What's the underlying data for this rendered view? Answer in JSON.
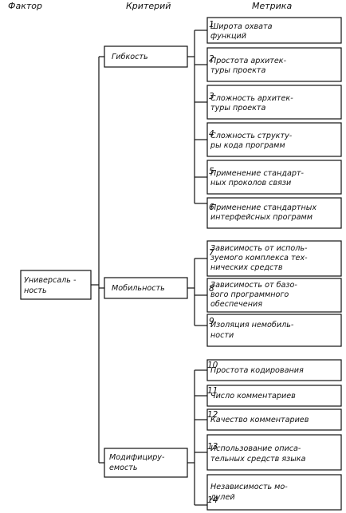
{
  "headers": {
    "factor": "Фактор",
    "criterion": "Критерий",
    "metric": "Метрика"
  },
  "factor": {
    "lines": [
      "Универсаль -",
      "ность"
    ]
  },
  "criteria": [
    {
      "lines": [
        "Гибкость"
      ],
      "metrics": [
        {
          "num": "1",
          "lines": [
            "Широта охвата",
            "функций"
          ]
        },
        {
          "num": "2",
          "lines": [
            "Простота архитек-",
            "туры проекта"
          ]
        },
        {
          "num": "3",
          "lines": [
            "Сложность архитек-",
            "туры проекта"
          ]
        },
        {
          "num": "4",
          "lines": [
            "Сложность структу-",
            "ры кода программ"
          ]
        },
        {
          "num": "5",
          "lines": [
            "Применение стандарт-",
            "ных проколов связи"
          ]
        },
        {
          "num": "6",
          "lines": [
            "Применение стандартных",
            "интерфейсных программ"
          ]
        }
      ]
    },
    {
      "lines": [
        "Мобильность"
      ],
      "metrics": [
        {
          "num": "7",
          "lines": [
            "Зависимость от исполь-",
            "зуемого комплекса тех-",
            "нических средств"
          ]
        },
        {
          "num": "8",
          "lines": [
            "Зависимость от базо-",
            "вого программного",
            "обеспечения"
          ]
        },
        {
          "num": "9",
          "lines": [
            "Изоляция немобиль-",
            "ности"
          ]
        }
      ]
    },
    {
      "lines": [
        "Модифициру-",
        "емость"
      ],
      "metrics": [
        {
          "num": "10",
          "lines": [
            "Простота кодирования"
          ]
        },
        {
          "num": "11",
          "lines": [
            "Число комментариев"
          ]
        },
        {
          "num": "12",
          "lines": [
            "Качество комментариев"
          ]
        },
        {
          "num": "13",
          "lines": [
            "Использование описа-",
            "тельных средств языка"
          ]
        },
        {
          "num": "14",
          "lines": [
            "Независимость мо-",
            "дулей"
          ]
        }
      ]
    }
  ]
}
